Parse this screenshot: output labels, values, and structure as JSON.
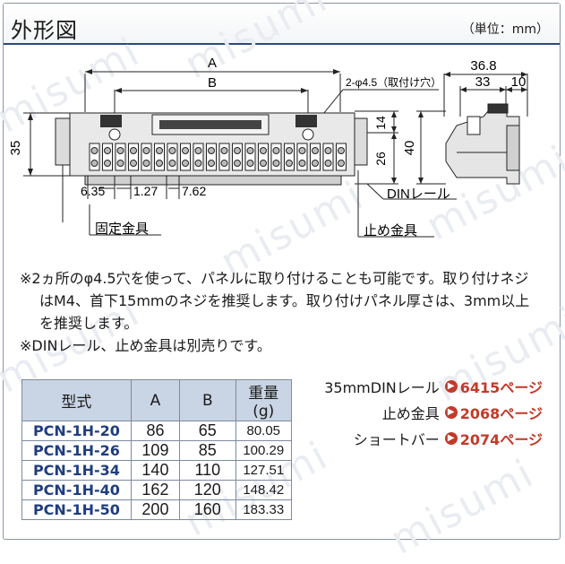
{
  "header": {
    "title": "外形図",
    "unit": "（単位：mm）"
  },
  "watermark": "misumi",
  "drawing": {
    "dim_A": "A",
    "dim_B": "B",
    "hole_label": "2-φ4.5（取付け穴）",
    "pitch1": "6.35",
    "pitch2": "1.27",
    "pitch3": "7.62",
    "height_35": "35",
    "right_14": "14",
    "right_26": "26",
    "side_40": "40",
    "side_36_8": "36.8",
    "side_33": "33",
    "side_10": "10",
    "din_label": "DINレール",
    "fixing_label": "固定金具",
    "stopper_label": "止め金具"
  },
  "notes": {
    "line1": "※2ヵ所のφ4.5穴を使って、パネルに取り付けることも可能です。取り付けネジ",
    "line2": "はM4、首下15mmのネジを推奨します。取り付けパネル厚さは、3mm以上",
    "line3": "を推奨します。",
    "line4": "※DINレール、止め金具は別売りです。"
  },
  "table": {
    "headers": [
      "型式",
      "A",
      "B",
      "重量\n(g)"
    ],
    "header_weight_1": "重量",
    "header_weight_2": "(g)",
    "rows": [
      {
        "model": "PCN-1H-20",
        "A": "86",
        "B": "65",
        "weight": "80.05"
      },
      {
        "model": "PCN-1H-26",
        "A": "109",
        "B": "85",
        "weight": "100.29"
      },
      {
        "model": "PCN-1H-34",
        "A": "140",
        "B": "110",
        "weight": "127.51"
      },
      {
        "model": "PCN-1H-40",
        "A": "162",
        "B": "120",
        "weight": "148.42"
      },
      {
        "model": "PCN-1H-50",
        "A": "200",
        "B": "160",
        "weight": "183.33"
      }
    ]
  },
  "links": [
    {
      "label": "35mmDINレール",
      "page": "6415ページ"
    },
    {
      "label": "止め金具",
      "page": "2068ページ"
    },
    {
      "label": "ショートバー",
      "page": "2074ページ"
    }
  ]
}
